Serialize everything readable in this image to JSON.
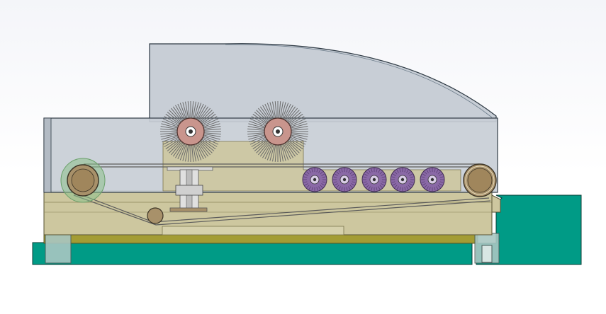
{
  "scene": {
    "view": "cad-side-section",
    "colors": {
      "upper_housing": "#c8ced6",
      "housing_edge": "#2e3a44",
      "frame": "#cdc79f",
      "frame_dark": "#a8a066",
      "base_rail": "#a39c34",
      "base_plate": "#009b86",
      "base_plate_edge": "#0b3c36",
      "brush_bristle": "#6a6a6a",
      "brush_hub": "#c9958d",
      "pulley": "#a8916a",
      "pulley_ring": "#8cc08a",
      "roller": "#8a69a6",
      "belt": "#5b5b5b",
      "foot": "#a9c7c2"
    },
    "components": {
      "brushes": 2,
      "conveyor_rollers": 5,
      "pulleys": 2,
      "idler_rollers": 1
    }
  }
}
